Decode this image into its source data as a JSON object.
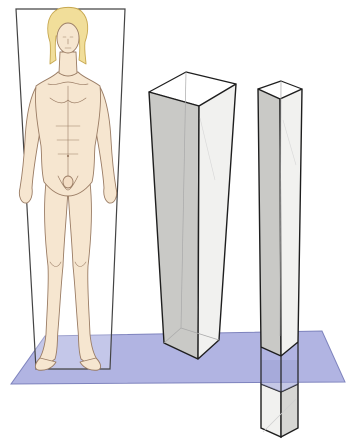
{
  "figure": {
    "background": "#ffffff",
    "colors": {
      "ground_plane": "#aaaedf",
      "ground_plane_edge": "#7e83bd",
      "skin": "#f6e6d0",
      "skin_outline": "#9a7c64",
      "hair": "#f1de9a",
      "hair_outline": "#c7a850",
      "prism_face": "#f1f1ef",
      "prism_shade": "#c9c9c6",
      "prism_edge": "#1e1e1e",
      "body_frame": "#444444"
    },
    "elements": [
      {
        "name": "ground-plane",
        "shape": "horizontal reference plane"
      },
      {
        "name": "body-outline-frustum",
        "shape": "tapered box enclosing standing figure"
      },
      {
        "name": "standing-figure",
        "shape": "anterior view of human body, anatomical position"
      },
      {
        "name": "tapered-prism",
        "shape": "prism narrowing toward the plane"
      },
      {
        "name": "straight-prism",
        "shape": "prism passing through the plane"
      }
    ]
  }
}
